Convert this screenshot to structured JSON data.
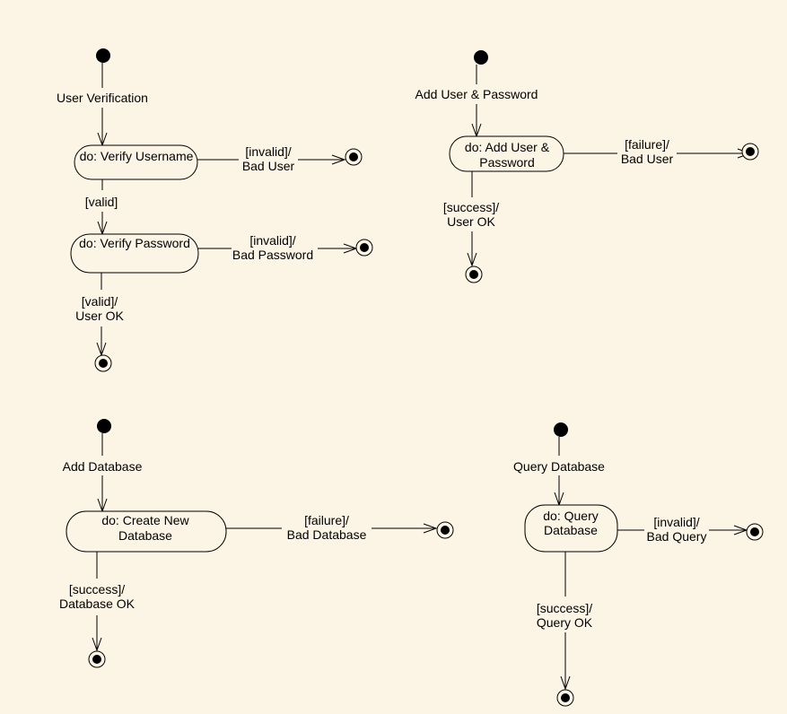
{
  "diagrams": [
    {
      "entry": "User Verification",
      "states": [
        {
          "line1": "do:  Verify Username",
          "line2": ""
        },
        {
          "line1": "do: Verify Password",
          "line2": ""
        }
      ],
      "transitions": [
        {
          "line1": "[invalid]/",
          "line2": "Bad User"
        },
        {
          "line1": "[valid]",
          "line2": ""
        },
        {
          "line1": "[invalid]/",
          "line2": "Bad Password"
        },
        {
          "line1": "[valid]/",
          "line2": "User OK"
        }
      ]
    },
    {
      "entry": "Add User & Password",
      "states": [
        {
          "line1": "do: Add User &",
          "line2": "Password"
        }
      ],
      "transitions": [
        {
          "line1": "[failure]/",
          "line2": "Bad User"
        },
        {
          "line1": "[success]/",
          "line2": "User OK"
        }
      ]
    },
    {
      "entry": "Add Database",
      "states": [
        {
          "line1": "do: Create New",
          "line2": "Database"
        }
      ],
      "transitions": [
        {
          "line1": "[failure]/",
          "line2": "Bad Database"
        },
        {
          "line1": "[success]/",
          "line2": "Database OK"
        }
      ]
    },
    {
      "entry": "Query Database",
      "states": [
        {
          "line1": "do:  Query",
          "line2": "Database"
        }
      ],
      "transitions": [
        {
          "line1": "[invalid]/",
          "line2": "Bad Query"
        },
        {
          "line1": "[success]/",
          "line2": "Query OK"
        }
      ]
    }
  ]
}
